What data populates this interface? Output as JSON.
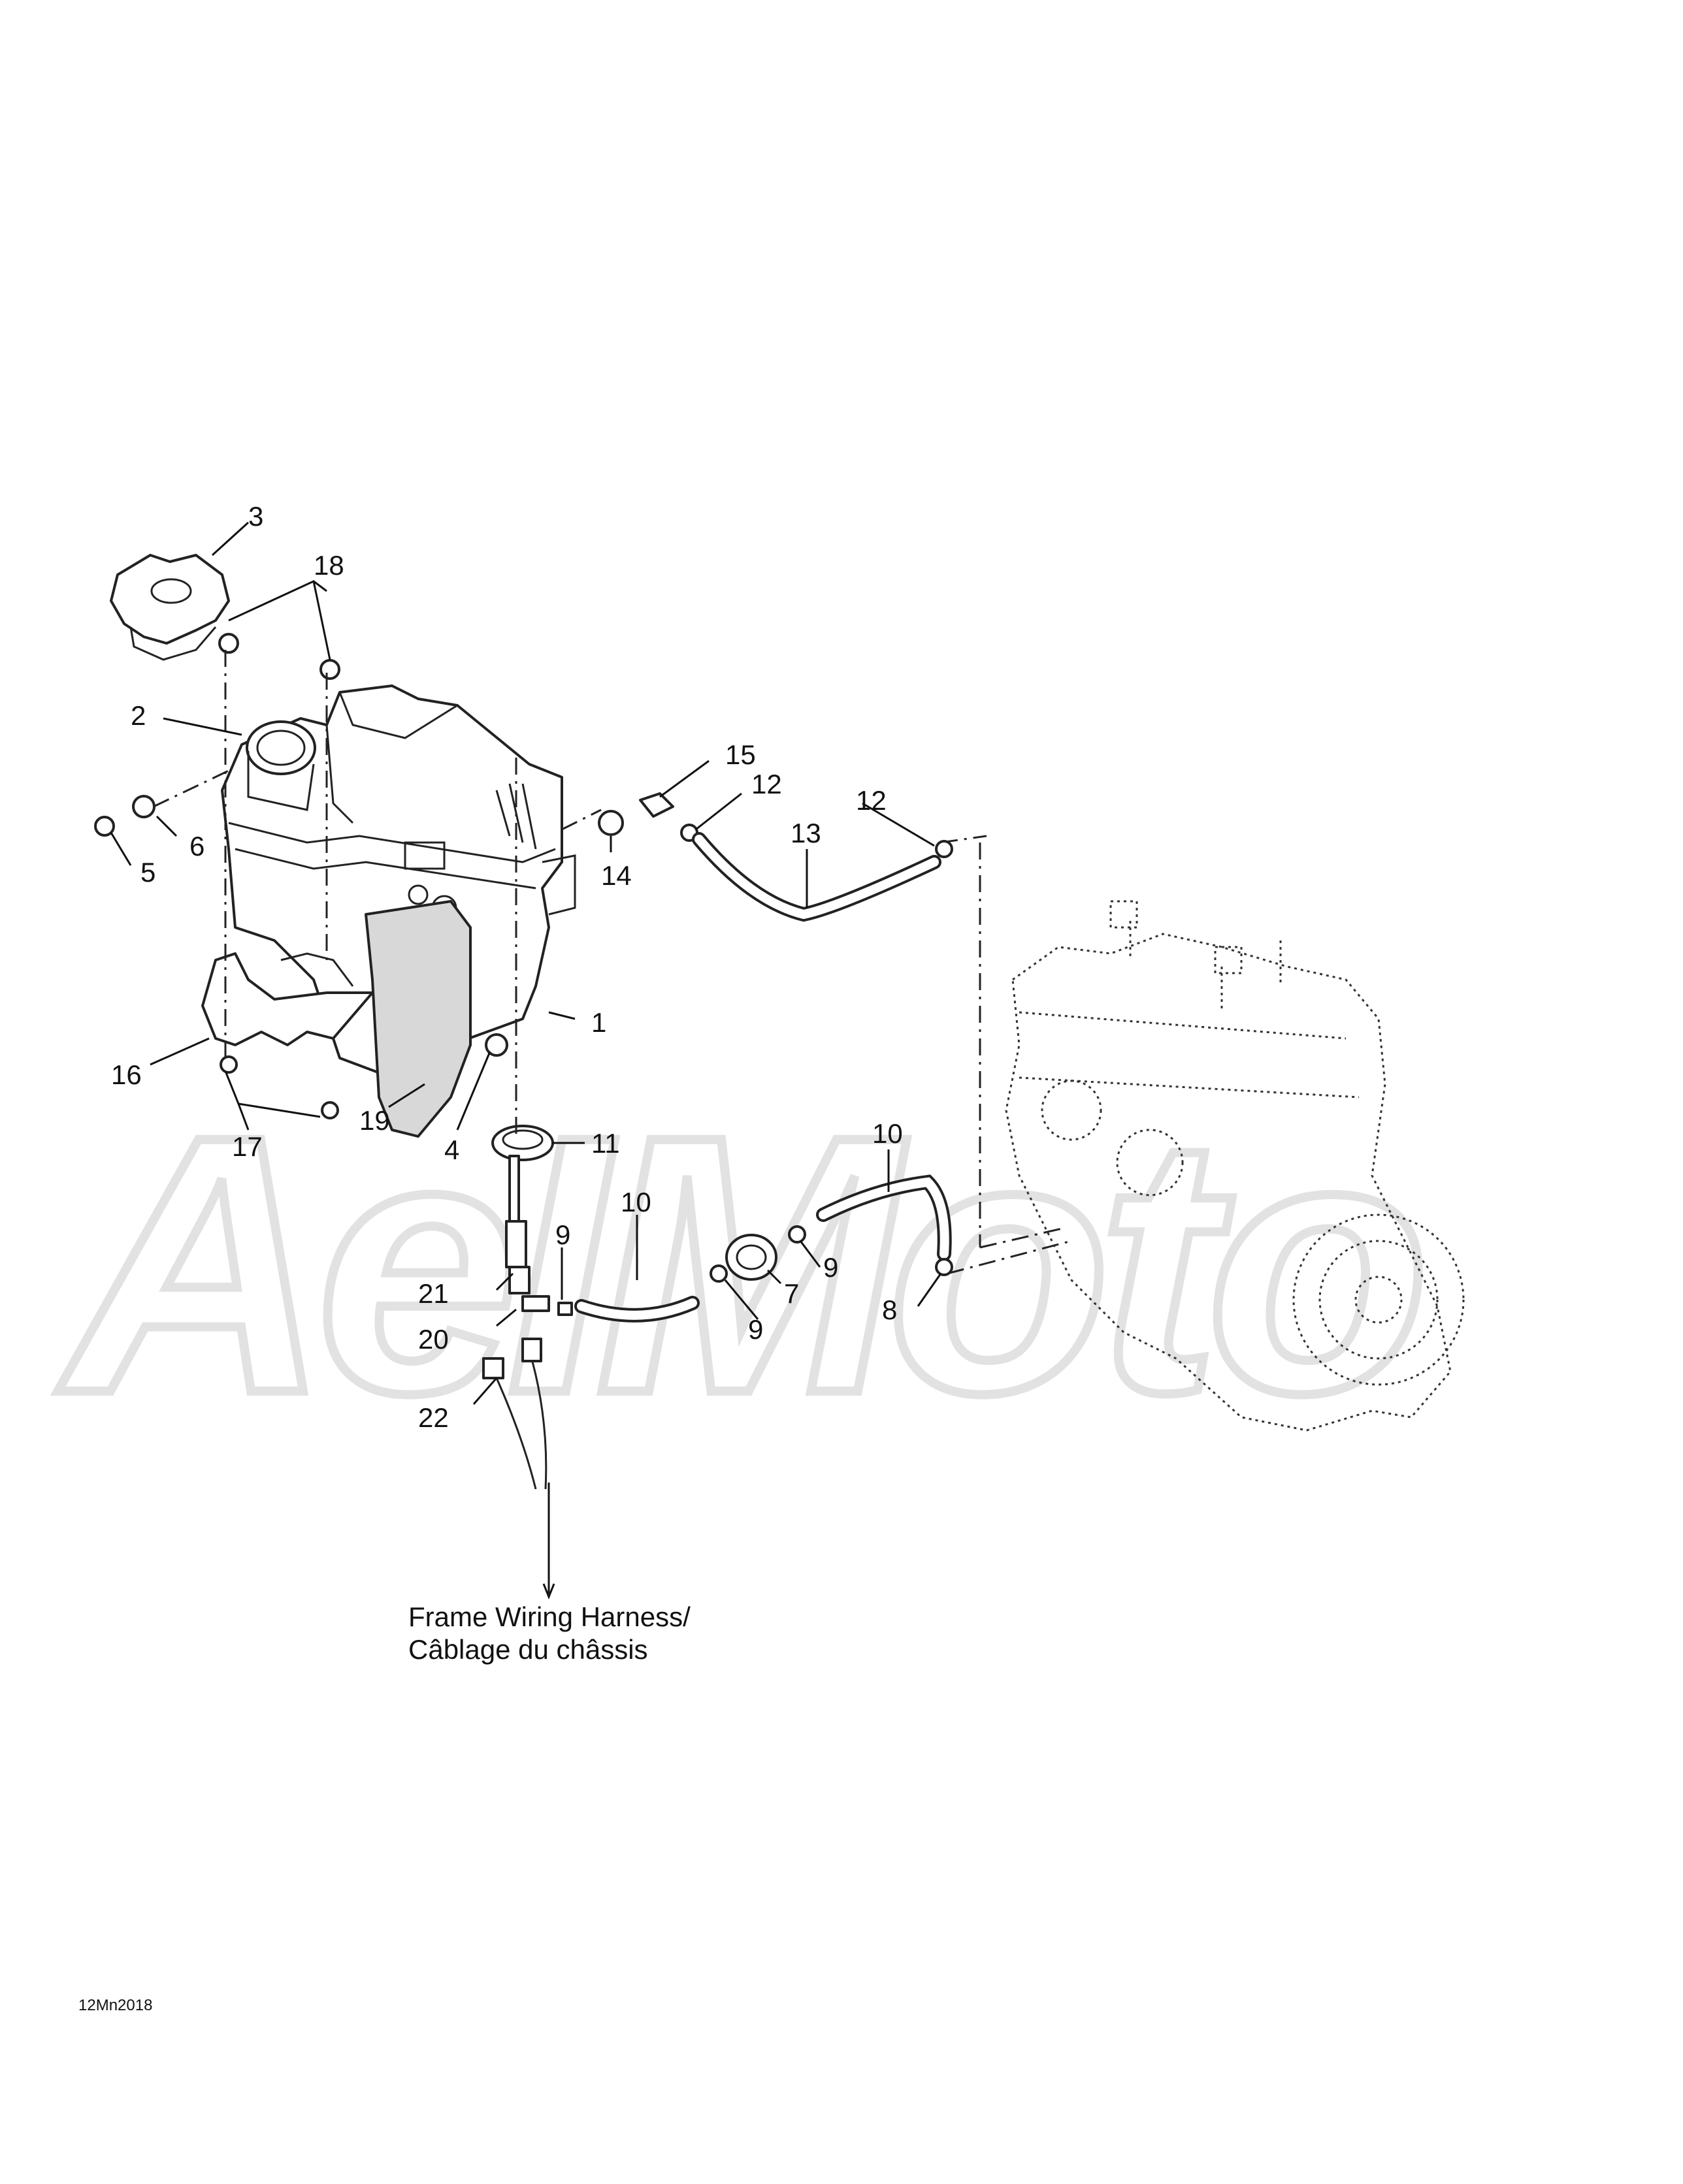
{
  "callouts": [
    {
      "id": "3",
      "text": "3"
    },
    {
      "id": "18",
      "text": "18"
    },
    {
      "id": "2",
      "text": "2"
    },
    {
      "id": "6",
      "text": "6"
    },
    {
      "id": "5",
      "text": "5"
    },
    {
      "id": "15",
      "text": "15"
    },
    {
      "id": "12a",
      "text": "12"
    },
    {
      "id": "12b",
      "text": "12"
    },
    {
      "id": "13",
      "text": "13"
    },
    {
      "id": "14",
      "text": "14"
    },
    {
      "id": "1",
      "text": "1"
    },
    {
      "id": "16",
      "text": "16"
    },
    {
      "id": "19",
      "text": "19"
    },
    {
      "id": "4",
      "text": "4"
    },
    {
      "id": "11",
      "text": "11"
    },
    {
      "id": "17",
      "text": "17"
    },
    {
      "id": "10a",
      "text": "10"
    },
    {
      "id": "10b",
      "text": "10"
    },
    {
      "id": "9a",
      "text": "9"
    },
    {
      "id": "9b",
      "text": "9"
    },
    {
      "id": "9c",
      "text": "9"
    },
    {
      "id": "7",
      "text": "7"
    },
    {
      "id": "8",
      "text": "8"
    },
    {
      "id": "21",
      "text": "21"
    },
    {
      "id": "20",
      "text": "20"
    },
    {
      "id": "22",
      "text": "22"
    }
  ],
  "note_line1": "Frame Wiring Harness/",
  "note_line2": "Câblage du châssis",
  "diagram_code": "12Mn2018",
  "watermark": "AeIMoto"
}
